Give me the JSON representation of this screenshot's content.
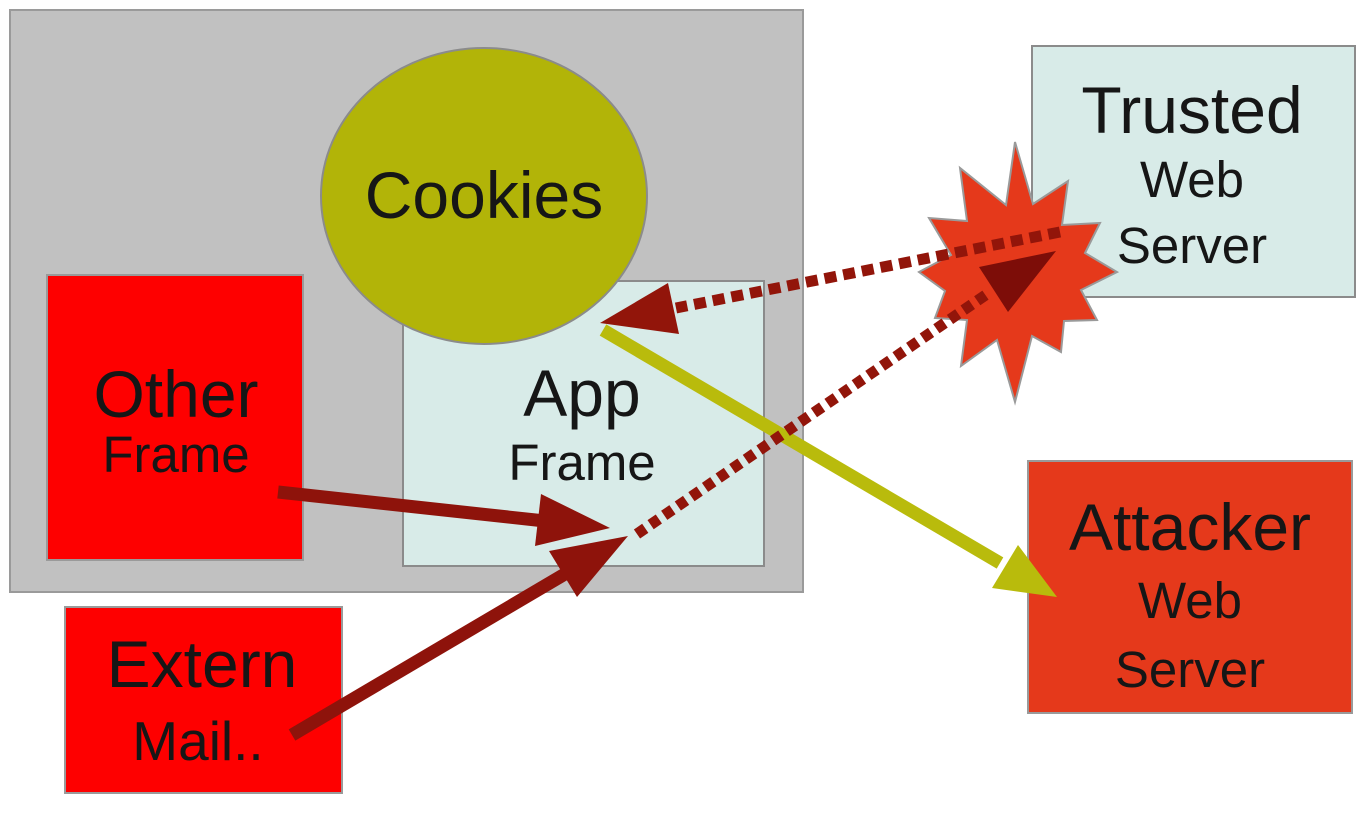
{
  "colors": {
    "background": "#ffffff",
    "browser_fill": "#c1c1c1",
    "frame_fill": "#d8ebe8",
    "red_fill": "#fe0000",
    "olive_fill": "#b2b408",
    "orange_fill": "#e5391b",
    "dark_red": "#8e130b",
    "maroon": "#92150a",
    "dark_maroon": "#7d0d08",
    "yellow": "#b9bb0c",
    "text": "#161616"
  },
  "nodes": {
    "cookies": {
      "label": "Cookies"
    },
    "app_frame": {
      "line1": "App",
      "line2": "Frame"
    },
    "other_frame": {
      "line1": "Other",
      "line2": "Frame"
    },
    "extern_mail": {
      "line1": "Extern",
      "line2": "Mail.."
    },
    "trusted_server": {
      "line1": "Trusted",
      "line2": "Web",
      "line3": "Server"
    },
    "attacker_server": {
      "line1": "Attacker",
      "line2": "Web",
      "line3": "Server"
    }
  },
  "connections": [
    {
      "name": "other-frame-to-app-frame",
      "style": "solid",
      "color": "#8e130b"
    },
    {
      "name": "extern-mail-to-app-frame",
      "style": "solid",
      "color": "#8e130b"
    },
    {
      "name": "trusted-server-to-app-frame",
      "style": "dashed",
      "color": "#92150a"
    },
    {
      "name": "app-frame-to-trusted-server",
      "style": "dashed",
      "color": "#92150a"
    },
    {
      "name": "app-frame-to-attacker-server",
      "style": "solid",
      "color": "#b9bb0c"
    }
  ]
}
